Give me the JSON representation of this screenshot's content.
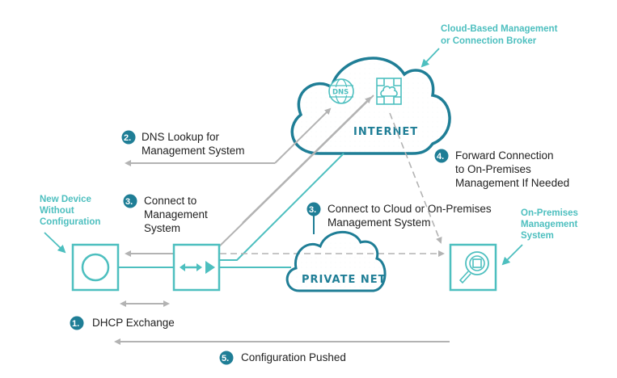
{
  "colors": {
    "teal": "#4dbfbf",
    "dark_teal": "#1f7e96",
    "gray_arrow": "#b3b3b3",
    "text": "#222222"
  },
  "callouts": {
    "cloud_broker": [
      "Cloud-Based Management",
      "or Connection Broker"
    ],
    "new_device": [
      "New Device",
      "Without",
      "Configuration"
    ],
    "on_prem": [
      "On-Premises",
      "Management",
      "System"
    ]
  },
  "clouds": {
    "internet": "INTERNET",
    "private_net": "PRIVATE NET"
  },
  "icons": {
    "dns": "DNS"
  },
  "steps": [
    {
      "num": "1.",
      "lines": [
        "DHCP Exchange"
      ]
    },
    {
      "num": "2.",
      "lines": [
        "DNS Lookup for",
        "Management System"
      ]
    },
    {
      "num": "3.",
      "lines": [
        "Connect to",
        "Management",
        "System"
      ]
    },
    {
      "num": "3.",
      "lines": [
        "Connect to Cloud or On-Premises",
        "Management System"
      ]
    },
    {
      "num": "4.",
      "lines": [
        "Forward Connection",
        "to On-Premises",
        "Management If Needed"
      ]
    },
    {
      "num": "5.",
      "lines": [
        "Configuration Pushed"
      ]
    }
  ]
}
